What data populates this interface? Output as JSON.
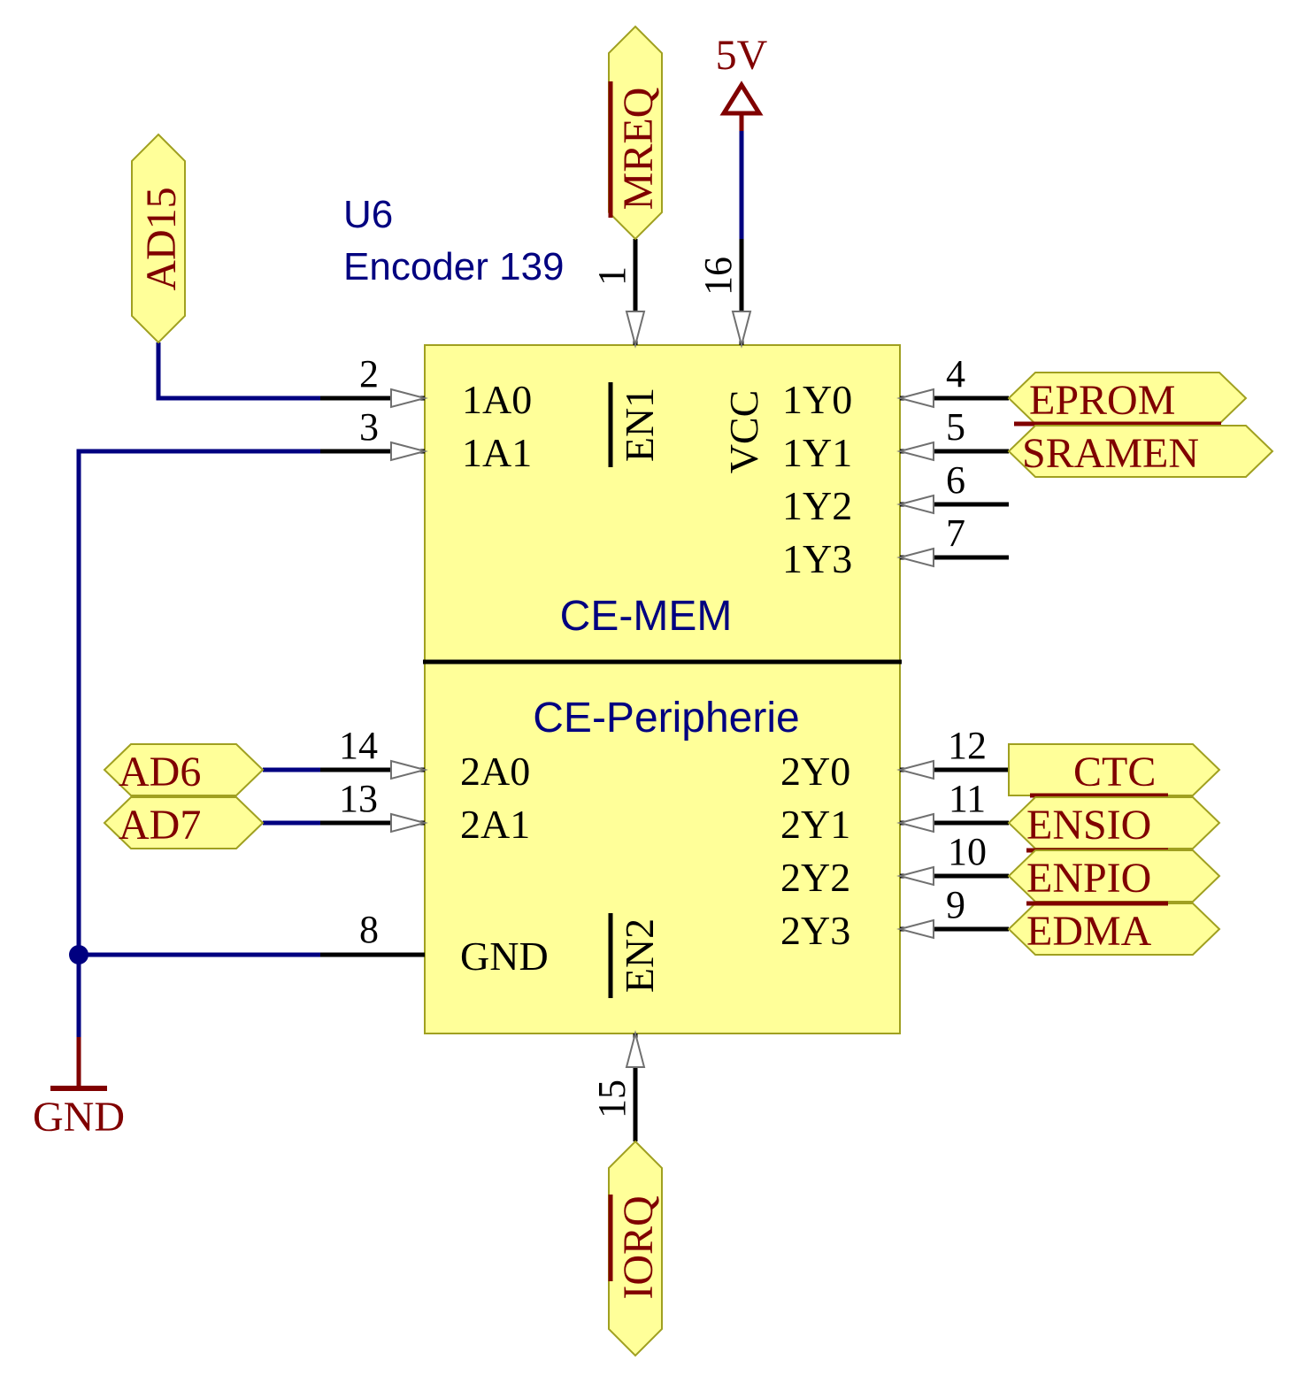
{
  "component": {
    "designator": "U6",
    "name": "Encoder 139",
    "part1_title": "CE-MEM",
    "part2_title": "CE-Peripherie",
    "colors": {
      "body": "#ffff99",
      "wire": "#000080",
      "net": "#800000",
      "component_text": "#000080"
    }
  },
  "pins": {
    "a0_1": {
      "name": "1A0",
      "number": "2"
    },
    "a1_1": {
      "name": "1A1",
      "number": "3"
    },
    "en1": {
      "name": "EN1",
      "number": "1"
    },
    "vcc": {
      "name": "VCC",
      "number": "16"
    },
    "y0_1": {
      "name": "1Y0",
      "number": "4"
    },
    "y1_1": {
      "name": "1Y1",
      "number": "5"
    },
    "y2_1": {
      "name": "1Y2",
      "number": "6"
    },
    "y3_1": {
      "name": "1Y3",
      "number": "7"
    },
    "a0_2": {
      "name": "2A0",
      "number": "14"
    },
    "a1_2": {
      "name": "2A1",
      "number": "13"
    },
    "gnd": {
      "name": "GND",
      "number": "8"
    },
    "en2": {
      "name": "EN2",
      "number": "15"
    },
    "y0_2": {
      "name": "2Y0",
      "number": "12"
    },
    "y1_2": {
      "name": "2Y1",
      "number": "11"
    },
    "y2_2": {
      "name": "2Y2",
      "number": "10"
    },
    "y3_2": {
      "name": "2Y3",
      "number": "9"
    }
  },
  "nets": {
    "ad15": "AD15",
    "mreq": "MREQ",
    "power": "5V",
    "eprom": "EPROM",
    "sramen": "SRAMEN",
    "ad6": "AD6",
    "ad7": "AD7",
    "ctc": "CTC",
    "ensio": "ENSIO",
    "enpio": "ENPIO",
    "edma": "EDMA",
    "gnd": "GND",
    "iorq": "IORQ"
  }
}
